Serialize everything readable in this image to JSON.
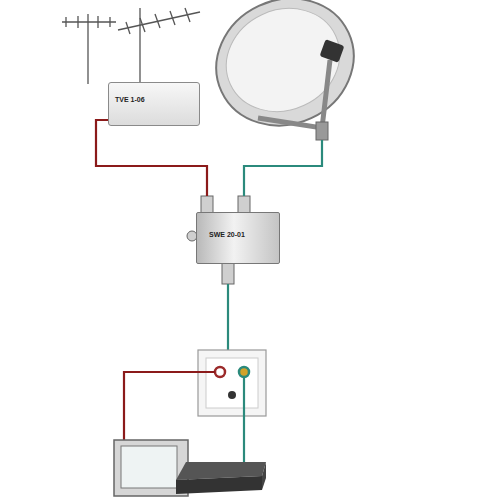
{
  "diagram": {
    "nodes": [
      {
        "text": [
          "TVE 1-06"
        ]
      },
      {
        "text": [
          "SWE 20-01"
        ]
      }
    ],
    "edges": [
      {
        "from": 0,
        "to": 1,
        "arrow": "none"
      }
    ]
  }
}
